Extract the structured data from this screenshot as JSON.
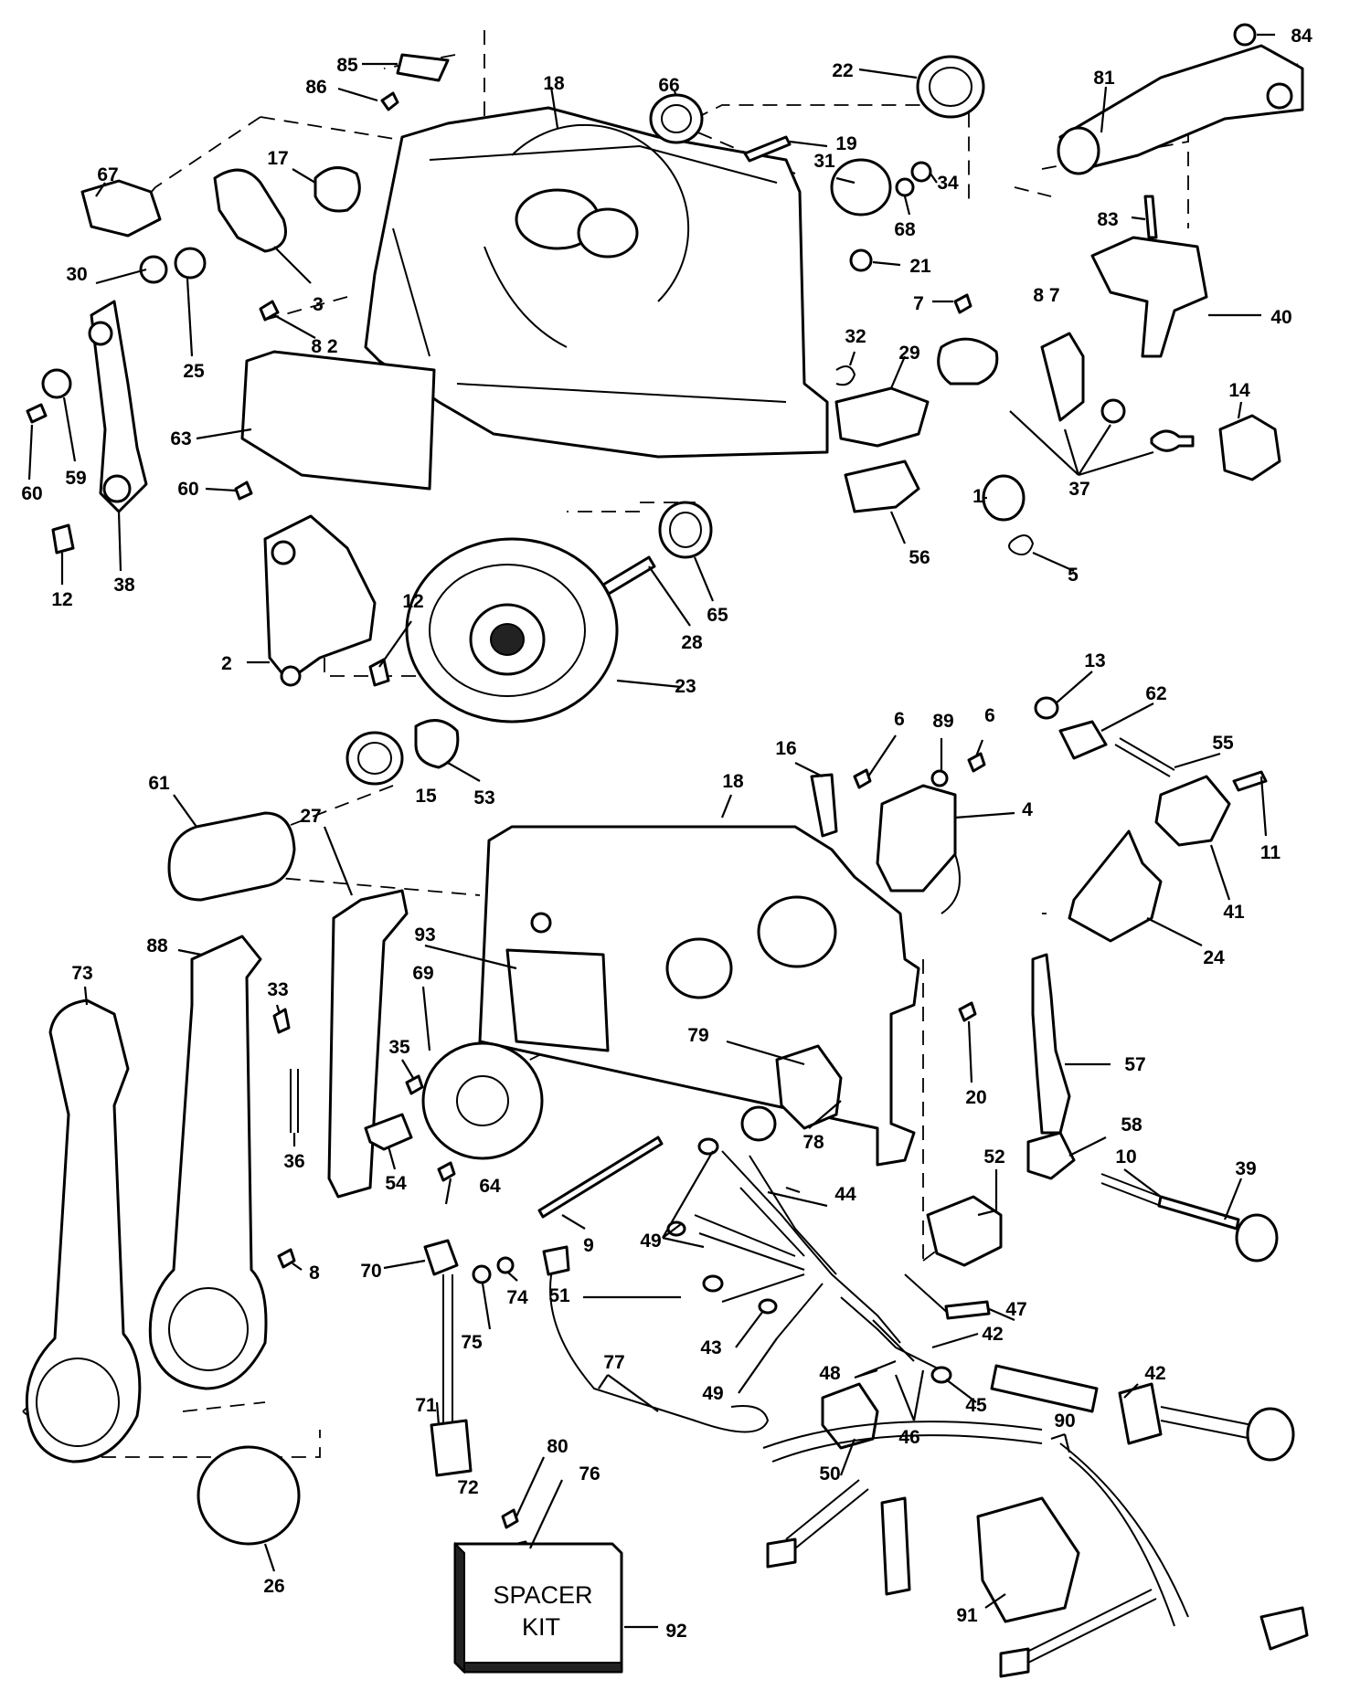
{
  "diagram": {
    "labels": [
      {
        "id": "85",
        "text": "85"
      },
      {
        "id": "86",
        "text": "86"
      },
      {
        "id": "18a",
        "text": "18"
      },
      {
        "id": "66",
        "text": "66"
      },
      {
        "id": "22",
        "text": "22"
      },
      {
        "id": "84",
        "text": "84"
      },
      {
        "id": "81",
        "text": "81"
      },
      {
        "id": "19",
        "text": "19"
      },
      {
        "id": "67",
        "text": "67"
      },
      {
        "id": "17",
        "text": "17"
      },
      {
        "id": "31",
        "text": "31"
      },
      {
        "id": "34",
        "text": "34"
      },
      {
        "id": "68",
        "text": "68"
      },
      {
        "id": "83",
        "text": "83"
      },
      {
        "id": "30",
        "text": "30"
      },
      {
        "id": "3",
        "text": "3"
      },
      {
        "id": "21",
        "text": "21"
      },
      {
        "id": "7",
        "text": "7"
      },
      {
        "id": "87",
        "text": "8 7"
      },
      {
        "id": "40",
        "text": "40"
      },
      {
        "id": "82",
        "text": "8 2"
      },
      {
        "id": "25",
        "text": "25"
      },
      {
        "id": "32",
        "text": "32"
      },
      {
        "id": "29",
        "text": "29"
      },
      {
        "id": "14",
        "text": "14"
      },
      {
        "id": "60a",
        "text": "60"
      },
      {
        "id": "59",
        "text": "59"
      },
      {
        "id": "63",
        "text": "63"
      },
      {
        "id": "60b",
        "text": "60"
      },
      {
        "id": "37",
        "text": "37"
      },
      {
        "id": "1",
        "text": "1"
      },
      {
        "id": "56",
        "text": "56"
      },
      {
        "id": "5",
        "text": "5"
      },
      {
        "id": "12a",
        "text": "12"
      },
      {
        "id": "38",
        "text": "38"
      },
      {
        "id": "65",
        "text": "65"
      },
      {
        "id": "28",
        "text": "28"
      },
      {
        "id": "12b",
        "text": "12"
      },
      {
        "id": "2",
        "text": "2"
      },
      {
        "id": "23",
        "text": "23"
      },
      {
        "id": "13",
        "text": "13"
      },
      {
        "id": "62",
        "text": "62"
      },
      {
        "id": "55",
        "text": "55"
      },
      {
        "id": "6a",
        "text": "6"
      },
      {
        "id": "89",
        "text": "89"
      },
      {
        "id": "6b",
        "text": "6"
      },
      {
        "id": "16",
        "text": "16"
      },
      {
        "id": "53",
        "text": "53"
      },
      {
        "id": "15",
        "text": "15"
      },
      {
        "id": "18b",
        "text": "18"
      },
      {
        "id": "4",
        "text": "4"
      },
      {
        "id": "11",
        "text": "11"
      },
      {
        "id": "61",
        "text": "61"
      },
      {
        "id": "27",
        "text": "27"
      },
      {
        "id": "41",
        "text": "41"
      },
      {
        "id": "24",
        "text": "24"
      },
      {
        "id": "73",
        "text": "73"
      },
      {
        "id": "88",
        "text": "88"
      },
      {
        "id": "93",
        "text": "93"
      },
      {
        "id": "69",
        "text": "69"
      },
      {
        "id": "79",
        "text": "79"
      },
      {
        "id": "20",
        "text": "20"
      },
      {
        "id": "57",
        "text": "57"
      },
      {
        "id": "33",
        "text": "33"
      },
      {
        "id": "35",
        "text": "35"
      },
      {
        "id": "36",
        "text": "36"
      },
      {
        "id": "54",
        "text": "54"
      },
      {
        "id": "78",
        "text": "78"
      },
      {
        "id": "58",
        "text": "58"
      },
      {
        "id": "52",
        "text": "52"
      },
      {
        "id": "10",
        "text": "10"
      },
      {
        "id": "39",
        "text": "39"
      },
      {
        "id": "64",
        "text": "64"
      },
      {
        "id": "9",
        "text": "9"
      },
      {
        "id": "44",
        "text": "44"
      },
      {
        "id": "8",
        "text": "8"
      },
      {
        "id": "70",
        "text": "70"
      },
      {
        "id": "49a",
        "text": "49"
      },
      {
        "id": "74",
        "text": "74"
      },
      {
        "id": "47",
        "text": "47"
      },
      {
        "id": "51",
        "text": "51"
      },
      {
        "id": "42a",
        "text": "42"
      },
      {
        "id": "75",
        "text": "75"
      },
      {
        "id": "43",
        "text": "43"
      },
      {
        "id": "77",
        "text": "77"
      },
      {
        "id": "42b",
        "text": "42"
      },
      {
        "id": "71",
        "text": "71"
      },
      {
        "id": "49b",
        "text": "49"
      },
      {
        "id": "48",
        "text": "48"
      },
      {
        "id": "45",
        "text": "45"
      },
      {
        "id": "46",
        "text": "46"
      },
      {
        "id": "80",
        "text": "80"
      },
      {
        "id": "50",
        "text": "50"
      },
      {
        "id": "90",
        "text": "90"
      },
      {
        "id": "72",
        "text": "72"
      },
      {
        "id": "76",
        "text": "76"
      },
      {
        "id": "26",
        "text": "26"
      },
      {
        "id": "91",
        "text": "91"
      },
      {
        "id": "92",
        "text": "92"
      }
    ],
    "spacer_kit": {
      "line1": "SPACER",
      "line2": "KIT"
    }
  }
}
